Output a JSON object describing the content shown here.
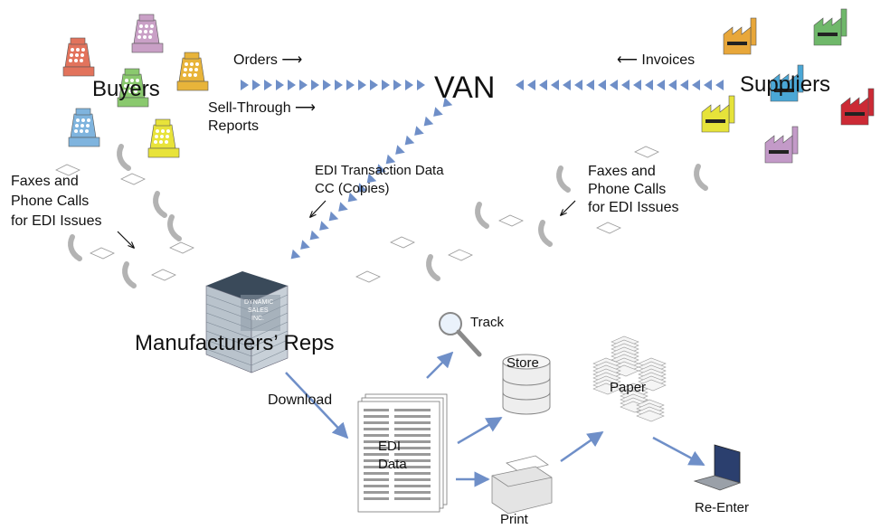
{
  "diagram": {
    "van": "VAN",
    "buyers": "Buyers",
    "suppliers": "Suppliers",
    "orders": "Orders",
    "invoices": "Invoices",
    "sell_through_1": "Sell-Through",
    "sell_through_2": "Reports",
    "faxes_left": [
      "Faxes and",
      "Phone Calls",
      "for EDI Issues"
    ],
    "faxes_right": [
      "Faxes and",
      "Phone Calls",
      "for EDI Issues"
    ],
    "edi_txn_1": "EDI Transaction Data",
    "edi_txn_2": "CC (Copies)",
    "building_sign": [
      "DYNAMIC",
      "SALES",
      "INC."
    ],
    "manufacturers_reps": "Manufacturers’ Reps",
    "download": "Download",
    "track": "Track",
    "store": "Store",
    "paper": "Paper",
    "edi_data_1": "EDI",
    "edi_data_2": "Data",
    "print": "Print",
    "re_enter": "Re-Enter"
  },
  "colors": {
    "arrow_blue": "#6f8fc8",
    "phone_grey": "#b3b3b3",
    "register_colors": [
      "#e2735c",
      "#c9a0c6",
      "#e8b43a",
      "#8ac96e",
      "#7fb4de",
      "#e8e33a"
    ],
    "factory_colors": [
      "#e8a73a",
      "#6fb86a",
      "#4aa7d6",
      "#cc2a35",
      "#e6e33a",
      "#c39ac8"
    ]
  },
  "icons": [
    "cash-register-icon",
    "factory-icon",
    "telephone-icon",
    "fax-paper-icon",
    "office-building-icon",
    "magnifier-icon",
    "database-icon",
    "document-stack-icon",
    "printer-icon",
    "paper-stack-icon",
    "laptop-icon"
  ]
}
